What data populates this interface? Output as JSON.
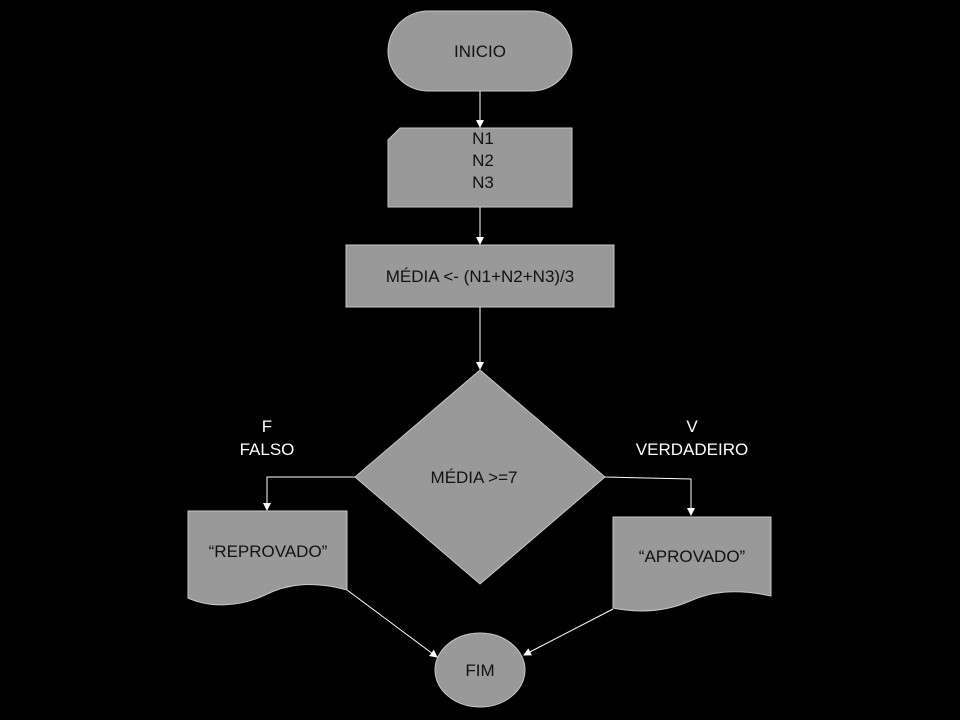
{
  "flowchart": {
    "start": {
      "label": "INICIO"
    },
    "input": {
      "lines": [
        "N1",
        "N2",
        "N3"
      ]
    },
    "process": {
      "label": "MÉDIA <- (N1+N2+N3)/3"
    },
    "decision": {
      "label": "MÉDIA >=7"
    },
    "false_branch": {
      "short": "F",
      "long": "FALSO",
      "output": "“REPROVADO”"
    },
    "true_branch": {
      "short": "V",
      "long": "VERDADEIRO",
      "output": "“APROVADO”"
    },
    "end": {
      "label": "FIM"
    }
  },
  "colors": {
    "background": "#000000",
    "shape_fill": "#999999",
    "shape_text": "#111111",
    "connector": "#ffffff"
  }
}
